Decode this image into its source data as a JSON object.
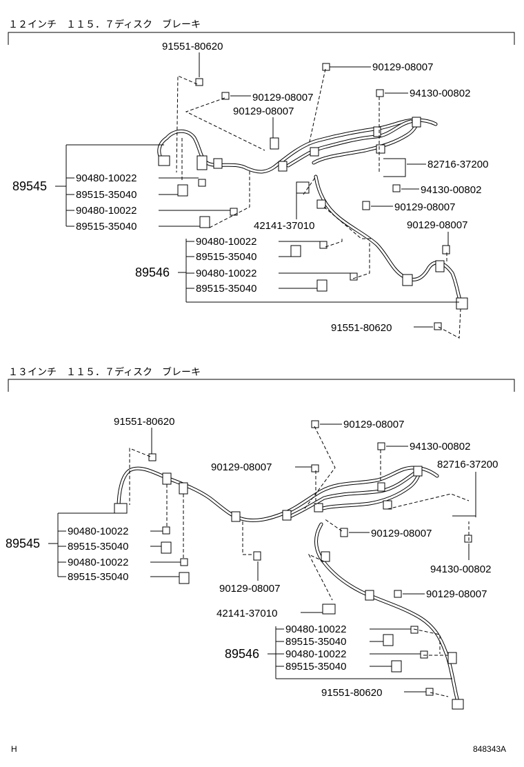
{
  "sections": [
    {
      "header": "１２インチ　１１５．７ディスク　ブレーキ",
      "groups": {
        "left": "89545",
        "right": "89546"
      },
      "parts": {
        "p1": "91551-80620",
        "p2": "90129-08007",
        "p3": "90129-08007",
        "p4": "90129-08007",
        "p5": "94130-00802",
        "p6": "82716-37200",
        "p7": "94130-00802",
        "p8": "90129-08007",
        "p9": "42141-37010",
        "p10": "90129-08007",
        "p11": "91551-80620"
      },
      "left_list": [
        "90480-10022",
        "89515-35040",
        "90480-10022",
        "89515-35040"
      ],
      "right_list": [
        "90480-10022",
        "89515-35040",
        "90480-10022",
        "89515-35040"
      ]
    },
    {
      "header": "１３インチ　１１５．７ディスク　ブレーキ",
      "groups": {
        "left": "89545",
        "right": "89546"
      },
      "parts": {
        "p1": "91551-80620",
        "p2": "90129-08007",
        "p3": "90129-08007",
        "p4": "94130-00802",
        "p5": "82716-37200",
        "p6": "90129-08007",
        "p7": "94130-00802",
        "p8": "90129-08007",
        "p9": "90129-08007",
        "p10": "42141-37010",
        "p11": "91551-80620"
      },
      "left_list": [
        "90480-10022",
        "89515-35040",
        "90480-10022",
        "89515-35040"
      ],
      "right_list": [
        "90480-10022",
        "89515-35040",
        "90480-10022",
        "89515-35040"
      ]
    }
  ],
  "footer": {
    "left": "H",
    "right": "848343A"
  }
}
